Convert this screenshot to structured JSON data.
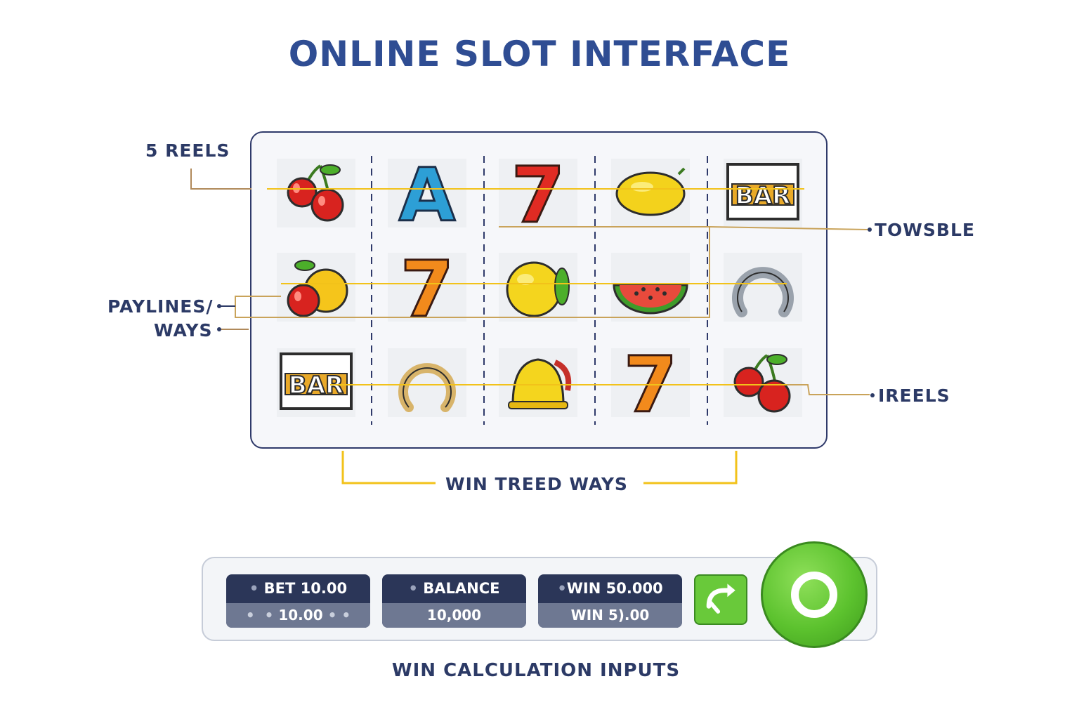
{
  "title": "ONLINE SLOT INTERFACE",
  "callouts": {
    "reels": "5 REELS",
    "towsble": "TOWSBLE",
    "paylines_1": "PAYLINES/",
    "paylines_2": "WAYS",
    "ireels": "IREELS",
    "win_ways": "WIN TREED WAYS"
  },
  "reel_grid": {
    "columns": 5,
    "rows": 3,
    "symbols": [
      [
        "cherry",
        "letter-a",
        "seven-red",
        "lemon",
        "bar"
      ],
      [
        "cherry-orange",
        "seven-orange",
        "orange",
        "watermelon",
        "horseshoe-silver"
      ],
      [
        "bar",
        "horseshoe-gold",
        "bell",
        "seven-orange",
        "cherry"
      ]
    ],
    "letter_a": "A",
    "seven": "7",
    "bar": "BAR",
    "payline_color": "#f2c21a"
  },
  "controls": {
    "bet": {
      "label": "BET 10.00",
      "value": "10.00"
    },
    "balance": {
      "label": "BALANCE",
      "value": "10,000"
    },
    "win": {
      "label": "WIN 50.000",
      "value": "WIN 5).00"
    },
    "autoplay_icon": "autoplay-icon",
    "spin_icon": "spin-ring-icon"
  },
  "footer": "WIN CALCULATION INPUTS",
  "colors": {
    "title": "#2f4d93",
    "text": "#2c3a66",
    "panel": "#2b3658",
    "panel_sub": "#6e7892",
    "spin": "#5cc22e"
  }
}
